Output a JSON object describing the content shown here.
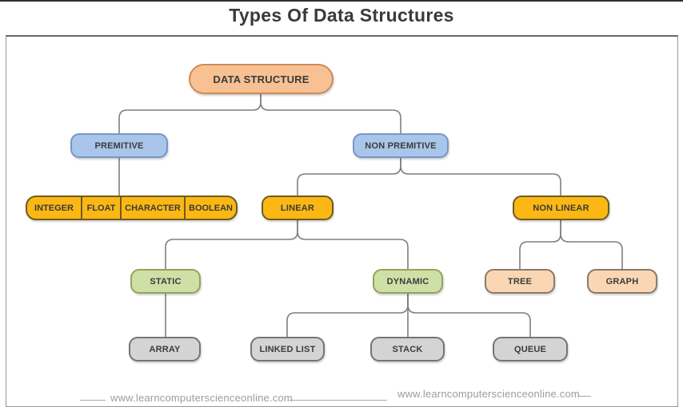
{
  "title": "Types Of Data Structures",
  "diagram": {
    "nodes": {
      "data_structure": {
        "label": "DATA STRUCTURE",
        "fill": "#F7C193",
        "border": "#CF8A55"
      },
      "premitive": {
        "label": "PREMITIVE",
        "fill": "#A9C5E9",
        "border": "#7796C8"
      },
      "non_premitive": {
        "label": "NON PREMITIVE",
        "fill": "#A9C5E9",
        "border": "#7796C8"
      },
      "integer": {
        "label": "INTEGER",
        "fill": "#FBB814",
        "border": "#6E5A1E"
      },
      "float": {
        "label": "FLOAT",
        "fill": "#FBB814",
        "border": "#6E5A1E"
      },
      "character": {
        "label": "CHARACTER",
        "fill": "#FBB814",
        "border": "#6E5A1E"
      },
      "boolean": {
        "label": "BOOLEAN",
        "fill": "#FBB814",
        "border": "#6E5A1E"
      },
      "linear": {
        "label": "LINEAR",
        "fill": "#FBB814",
        "border": "#6E5A1E"
      },
      "non_linear": {
        "label": "NON LINEAR",
        "fill": "#FBB814",
        "border": "#6E5A1E"
      },
      "static": {
        "label": "STATIC",
        "fill": "#CFE0A6",
        "border": "#94A35B"
      },
      "dynamic": {
        "label": "DYNAMIC",
        "fill": "#CFE0A6",
        "border": "#94A35B"
      },
      "tree": {
        "label": "TREE",
        "fill": "#FAD6B4",
        "border": "#8A7A6B"
      },
      "graph": {
        "label": "GRAPH",
        "fill": "#FAD6B4",
        "border": "#8A7A6B"
      },
      "array": {
        "label": "ARRAY",
        "fill": "#D4D4D4",
        "border": "#757575"
      },
      "linked_list": {
        "label": "LINKED LIST",
        "fill": "#D4D4D4",
        "border": "#757575"
      },
      "stack": {
        "label": "STACK",
        "fill": "#D4D4D4",
        "border": "#757575"
      },
      "queue": {
        "label": "QUEUE",
        "fill": "#D4D4D4",
        "border": "#757575"
      }
    },
    "edges": [
      [
        "data_structure",
        "premitive"
      ],
      [
        "data_structure",
        "non_premitive"
      ],
      [
        "premitive",
        "integer|float|character|boolean"
      ],
      [
        "non_premitive",
        "linear"
      ],
      [
        "non_premitive",
        "non_linear"
      ],
      [
        "linear",
        "static"
      ],
      [
        "linear",
        "dynamic"
      ],
      [
        "non_linear",
        "tree"
      ],
      [
        "non_linear",
        "graph"
      ],
      [
        "static",
        "array"
      ],
      [
        "dynamic",
        "linked_list"
      ],
      [
        "dynamic",
        "stack"
      ],
      [
        "dynamic",
        "queue"
      ]
    ],
    "edge_color": "#7F7F7F"
  },
  "footer": {
    "left_url": "www.learncomputerscienceonline.com",
    "right_url": "www.learncomputerscienceonline.com"
  }
}
